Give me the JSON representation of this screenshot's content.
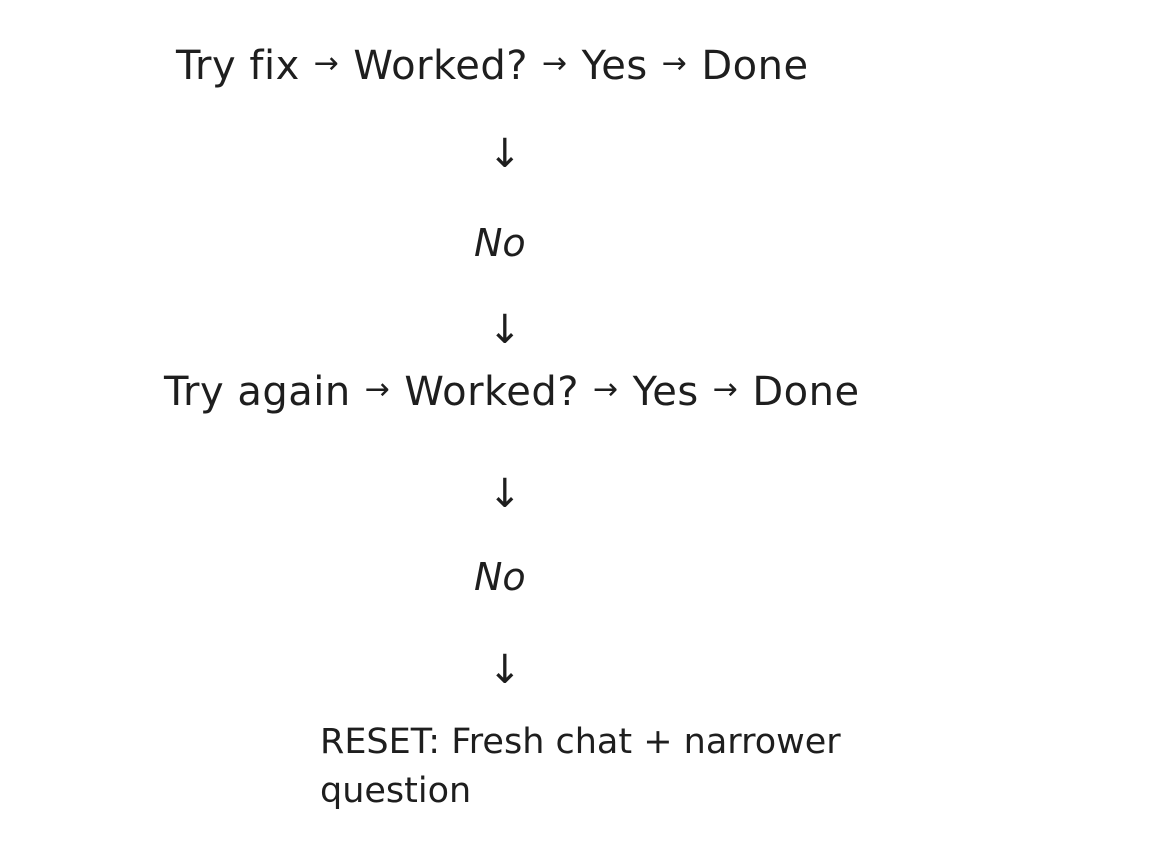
{
  "row1": {
    "step": "Try fix",
    "question": "Worked?",
    "yes": "Yes",
    "done": "Done"
  },
  "branch1": {
    "no": "No"
  },
  "row2": {
    "step": "Try again",
    "question": "Worked?",
    "yes": "Yes",
    "done": "Done"
  },
  "branch2": {
    "no": "No"
  },
  "reset": {
    "text": "RESET: Fresh chat + narrower question"
  },
  "icons": {
    "right_arrow": "→",
    "down_arrow": "↓"
  }
}
